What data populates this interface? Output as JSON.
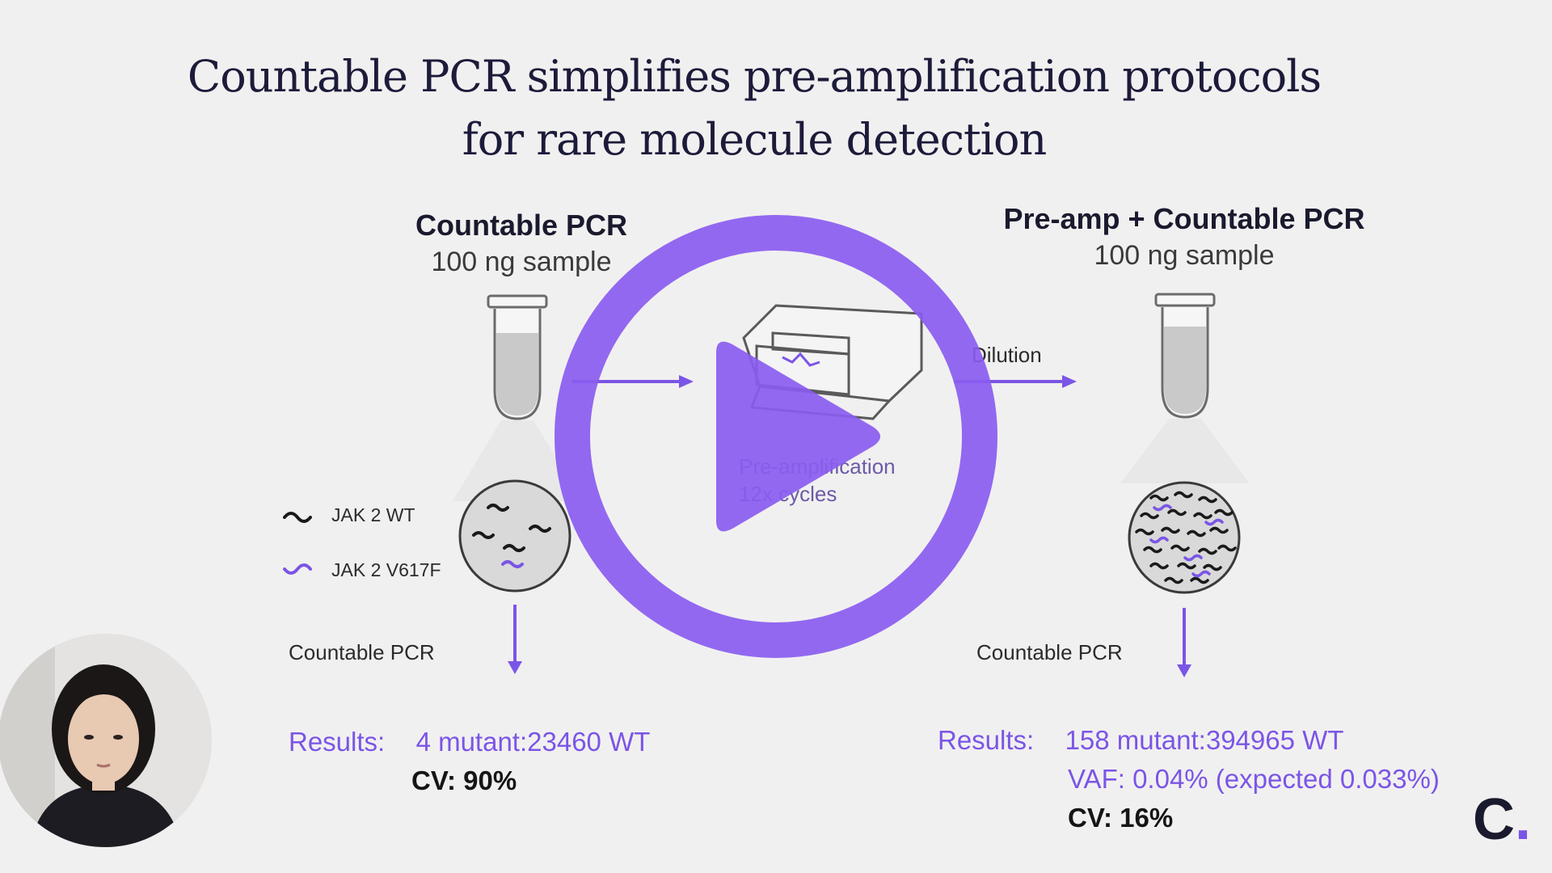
{
  "title": {
    "line1": "Countable PCR simplifies pre-amplification protocols",
    "line2": "for rare molecule detection"
  },
  "left": {
    "heading": "Countable PCR",
    "subheading": "100 ng sample",
    "arrow_label": "Countable PCR",
    "results_label": "Results:",
    "results_line1": "4 mutant:23460 WT",
    "results_line2": "CV: 90%"
  },
  "middle": {
    "step_line1": "Pre-amplification",
    "step_line2": "12x cycles",
    "arrow_label": "Dilution"
  },
  "right": {
    "heading": "Pre-amp + Countable PCR",
    "subheading": "100 ng sample",
    "arrow_label": "Countable PCR",
    "results_label": "Results:",
    "results_line1": "158 mutant:394965 WT",
    "results_line2": "VAF: 0.04% (expected 0.033%)",
    "results_line3": "CV: 16%"
  },
  "legend": {
    "wt_label": "JAK 2 WT",
    "mutant_label": "JAK 2 V617F"
  },
  "logo": {
    "letter": "C",
    "dot": "."
  },
  "colors": {
    "accent": "#7b55e6",
    "play_button": "#8a5cf0",
    "dark_text": "#1c1b3a",
    "slide_bg": "#f1f0f0"
  },
  "icons": {
    "play": "play-icon",
    "tube": "test-tube-icon",
    "thermocycler": "thermocycler-icon",
    "speaker": "presenter-avatar"
  }
}
